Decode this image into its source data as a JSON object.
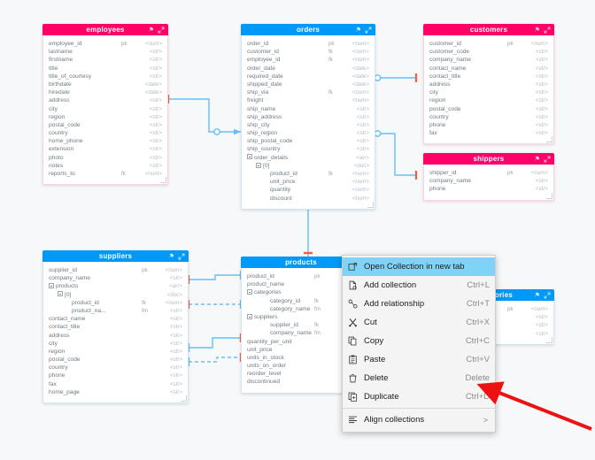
{
  "canvas": {
    "background": "#f7f8f9",
    "accent_blue": "#0099f7",
    "accent_pink": "#ff0066",
    "relation_line": "#63c0f5",
    "relation_marker": "#ff5a3c",
    "annotation_arrow_color": "#ee1111"
  },
  "collections": [
    {
      "name": "employees",
      "color": "pink",
      "header_icons": [
        "pin-icon",
        "expand-icon"
      ],
      "fields": [
        {
          "name": "employee_id",
          "key": "pk",
          "type": "<num>",
          "indent": 0
        },
        {
          "name": "lastname",
          "key": "",
          "type": "<str>",
          "indent": 0
        },
        {
          "name": "firstname",
          "key": "",
          "type": "<str>",
          "indent": 0
        },
        {
          "name": "title",
          "key": "",
          "type": "<str>",
          "indent": 0
        },
        {
          "name": "title_of_courtesy",
          "key": "",
          "type": "<str>",
          "indent": 0
        },
        {
          "name": "birthdate",
          "key": "",
          "type": "<date>",
          "indent": 0
        },
        {
          "name": "hiredate",
          "key": "",
          "type": "<date>",
          "indent": 0
        },
        {
          "name": "address",
          "key": "",
          "type": "<str>",
          "indent": 0
        },
        {
          "name": "city",
          "key": "",
          "type": "<str>",
          "indent": 0
        },
        {
          "name": "region",
          "key": "",
          "type": "<str>",
          "indent": 0
        },
        {
          "name": "postal_code",
          "key": "",
          "type": "<str>",
          "indent": 0
        },
        {
          "name": "country",
          "key": "",
          "type": "<str>",
          "indent": 0
        },
        {
          "name": "home_phone",
          "key": "",
          "type": "<str>",
          "indent": 0
        },
        {
          "name": "extension",
          "key": "",
          "type": "<str>",
          "indent": 0
        },
        {
          "name": "photo",
          "key": "",
          "type": "<str>",
          "indent": 0
        },
        {
          "name": "notes",
          "key": "",
          "type": "<str>",
          "indent": 0
        },
        {
          "name": "reports_to",
          "key": "fk",
          "type": "<num>",
          "indent": 0
        }
      ]
    },
    {
      "name": "orders",
      "color": "blue",
      "header_icons": [
        "pin-icon",
        "expand-icon"
      ],
      "fields": [
        {
          "name": "order_id",
          "key": "pk",
          "type": "<num>",
          "indent": 0
        },
        {
          "name": "customer_id",
          "key": "fk",
          "type": "<num>",
          "indent": 0
        },
        {
          "name": "employee_id",
          "key": "fk",
          "type": "<num>",
          "indent": 0
        },
        {
          "name": "order_date",
          "key": "",
          "type": "<date>",
          "indent": 0
        },
        {
          "name": "required_date",
          "key": "",
          "type": "<date>",
          "indent": 0
        },
        {
          "name": "shipped_date",
          "key": "",
          "type": "<date>",
          "indent": 0
        },
        {
          "name": "ship_via",
          "key": "fk",
          "type": "<num>",
          "indent": 0
        },
        {
          "name": "freight",
          "key": "",
          "type": "<num>",
          "indent": 0
        },
        {
          "name": "ship_name",
          "key": "",
          "type": "<str>",
          "indent": 0
        },
        {
          "name": "ship_address",
          "key": "",
          "type": "<str>",
          "indent": 0
        },
        {
          "name": "ship_city",
          "key": "",
          "type": "<str>",
          "indent": 0
        },
        {
          "name": "ship_region",
          "key": "",
          "type": "<str>",
          "indent": 0
        },
        {
          "name": "ship_postal_code",
          "key": "",
          "type": "<str>",
          "indent": 0
        },
        {
          "name": "ship_country",
          "key": "",
          "type": "<str>",
          "indent": 0
        },
        {
          "name": "order_details",
          "key": "",
          "type": "<arr>",
          "indent": 0,
          "toggle": true
        },
        {
          "name": "[0]",
          "key": "",
          "type": "<doc>",
          "indent": 1,
          "toggle": true
        },
        {
          "name": "product_id",
          "key": "fk",
          "type": "<num>",
          "indent": 2
        },
        {
          "name": "unit_price",
          "key": "",
          "type": "<num>",
          "indent": 2
        },
        {
          "name": "quantity",
          "key": "",
          "type": "<num>",
          "indent": 2
        },
        {
          "name": "discount",
          "key": "",
          "type": "<num>",
          "indent": 2
        }
      ]
    },
    {
      "name": "customers",
      "color": "pink",
      "header_icons": [
        "pin-icon",
        "expand-icon"
      ],
      "fields": [
        {
          "name": "customer_id",
          "key": "pk",
          "type": "<num>",
          "indent": 0
        },
        {
          "name": "customer_code",
          "key": "",
          "type": "<str>",
          "indent": 0
        },
        {
          "name": "company_name",
          "key": "",
          "type": "<str>",
          "indent": 0
        },
        {
          "name": "contact_name",
          "key": "",
          "type": "<str>",
          "indent": 0
        },
        {
          "name": "contact_title",
          "key": "",
          "type": "<str>",
          "indent": 0
        },
        {
          "name": "address",
          "key": "",
          "type": "<str>",
          "indent": 0
        },
        {
          "name": "city",
          "key": "",
          "type": "<str>",
          "indent": 0
        },
        {
          "name": "region",
          "key": "",
          "type": "<str>",
          "indent": 0
        },
        {
          "name": "postal_code",
          "key": "",
          "type": "<str>",
          "indent": 0
        },
        {
          "name": "country",
          "key": "",
          "type": "<str>",
          "indent": 0
        },
        {
          "name": "phone",
          "key": "",
          "type": "<str>",
          "indent": 0
        },
        {
          "name": "fax",
          "key": "",
          "type": "<str>",
          "indent": 0
        }
      ]
    },
    {
      "name": "shippers",
      "color": "pink",
      "header_icons": [
        "pin-icon",
        "expand-icon"
      ],
      "fields": [
        {
          "name": "shipper_id",
          "key": "pk",
          "type": "<num>",
          "indent": 0
        },
        {
          "name": "company_name",
          "key": "",
          "type": "<str>",
          "indent": 0
        },
        {
          "name": "phone",
          "key": "",
          "type": "<str>",
          "indent": 0
        }
      ]
    },
    {
      "name": "suppliers",
      "color": "blue",
      "header_icons": [
        "pin-icon",
        "expand-icon"
      ],
      "fields": [
        {
          "name": "supplier_id",
          "key": "pk",
          "type": "<num>",
          "indent": 0
        },
        {
          "name": "company_name",
          "key": "",
          "type": "<str>",
          "indent": 0
        },
        {
          "name": "products",
          "key": "",
          "type": "<arr>",
          "indent": 0,
          "toggle": true
        },
        {
          "name": "[0]",
          "key": "",
          "type": "<doc>",
          "indent": 1,
          "toggle": true
        },
        {
          "name": "product_id",
          "key": "fk",
          "type": "<num>",
          "indent": 2
        },
        {
          "name": "product_na...",
          "key": "fm",
          "type": "<str>",
          "indent": 2
        },
        {
          "name": "contact_name",
          "key": "",
          "type": "<str>",
          "indent": 0
        },
        {
          "name": "contact_title",
          "key": "",
          "type": "<str>",
          "indent": 0
        },
        {
          "name": "address",
          "key": "",
          "type": "<str>",
          "indent": 0
        },
        {
          "name": "city",
          "key": "",
          "type": "<str>",
          "indent": 0
        },
        {
          "name": "region",
          "key": "",
          "type": "<str>",
          "indent": 0
        },
        {
          "name": "postal_code",
          "key": "",
          "type": "<str>",
          "indent": 0
        },
        {
          "name": "country",
          "key": "",
          "type": "<str>",
          "indent": 0
        },
        {
          "name": "phone",
          "key": "",
          "type": "<str>",
          "indent": 0
        },
        {
          "name": "fax",
          "key": "",
          "type": "<str>",
          "indent": 0
        },
        {
          "name": "home_page",
          "key": "",
          "type": "<str>",
          "indent": 0
        }
      ]
    },
    {
      "name": "products",
      "color": "blue",
      "header_icons": [],
      "fields": [
        {
          "name": "product_id",
          "key": "pk",
          "type": "",
          "indent": 0
        },
        {
          "name": "product_name",
          "key": "",
          "type": "",
          "indent": 0
        },
        {
          "name": "categories",
          "key": "",
          "type": "",
          "indent": 0,
          "toggle": true
        },
        {
          "name": "category_id",
          "key": "fk",
          "type": "",
          "indent": 2
        },
        {
          "name": "category_name",
          "key": "fm",
          "type": "",
          "indent": 2
        },
        {
          "name": "suppliers",
          "key": "",
          "type": "",
          "indent": 0,
          "toggle": true
        },
        {
          "name": "supplier_id",
          "key": "fk",
          "type": "",
          "indent": 2
        },
        {
          "name": "company_name",
          "key": "fm",
          "type": "",
          "indent": 2
        },
        {
          "name": "quantity_per_unit",
          "key": "",
          "type": "",
          "indent": 0
        },
        {
          "name": "unit_price",
          "key": "",
          "type": "",
          "indent": 0
        },
        {
          "name": "units_in_stock",
          "key": "",
          "type": "",
          "indent": 0
        },
        {
          "name": "units_on_order",
          "key": "",
          "type": "",
          "indent": 0
        },
        {
          "name": "reorder_level",
          "key": "",
          "type": "",
          "indent": 0
        },
        {
          "name": "discontinued",
          "key": "",
          "type": "",
          "indent": 0
        }
      ]
    },
    {
      "name": "categories",
      "color": "blue",
      "partially_hidden": true,
      "header_icons": [
        "pin-icon",
        "expand-icon"
      ],
      "fields": [
        {
          "name": "",
          "key": "pk",
          "type": "<num>",
          "indent": 0
        },
        {
          "name": "",
          "key": "",
          "type": "<str>",
          "indent": 0
        },
        {
          "name": "",
          "key": "",
          "type": "<str>",
          "indent": 0
        },
        {
          "name": "",
          "key": "",
          "type": "<str>",
          "indent": 0
        }
      ]
    }
  ],
  "context_menu": {
    "items": [
      {
        "label": "Open Collection in new tab",
        "accel": "",
        "icon": "open-in-new-tab-icon",
        "active": true,
        "submenu": false
      },
      {
        "label": "Add collection",
        "accel": "Ctrl+L",
        "icon": "add-collection-icon",
        "active": false,
        "submenu": false
      },
      {
        "label": "Add relationship",
        "accel": "Ctrl+T",
        "icon": "add-relationship-icon",
        "active": false,
        "submenu": false
      },
      {
        "label": "Cut",
        "accel": "Ctrl+X",
        "icon": "scissors-icon",
        "active": false,
        "submenu": false
      },
      {
        "label": "Copy",
        "accel": "Ctrl+C",
        "icon": "copy-icon",
        "active": false,
        "submenu": false
      },
      {
        "label": "Paste",
        "accel": "Ctrl+V",
        "icon": "paste-icon",
        "active": false,
        "submenu": false
      },
      {
        "label": "Delete",
        "accel": "Delete",
        "icon": "trash-icon",
        "active": false,
        "submenu": false
      },
      {
        "label": "Duplicate",
        "accel": "Ctrl+D",
        "icon": "duplicate-icon",
        "active": false,
        "submenu": false
      },
      {
        "label": "Align collections",
        "accel": "",
        "icon": "align-icon",
        "active": false,
        "submenu": true,
        "submenu_caret": ">"
      }
    ]
  }
}
